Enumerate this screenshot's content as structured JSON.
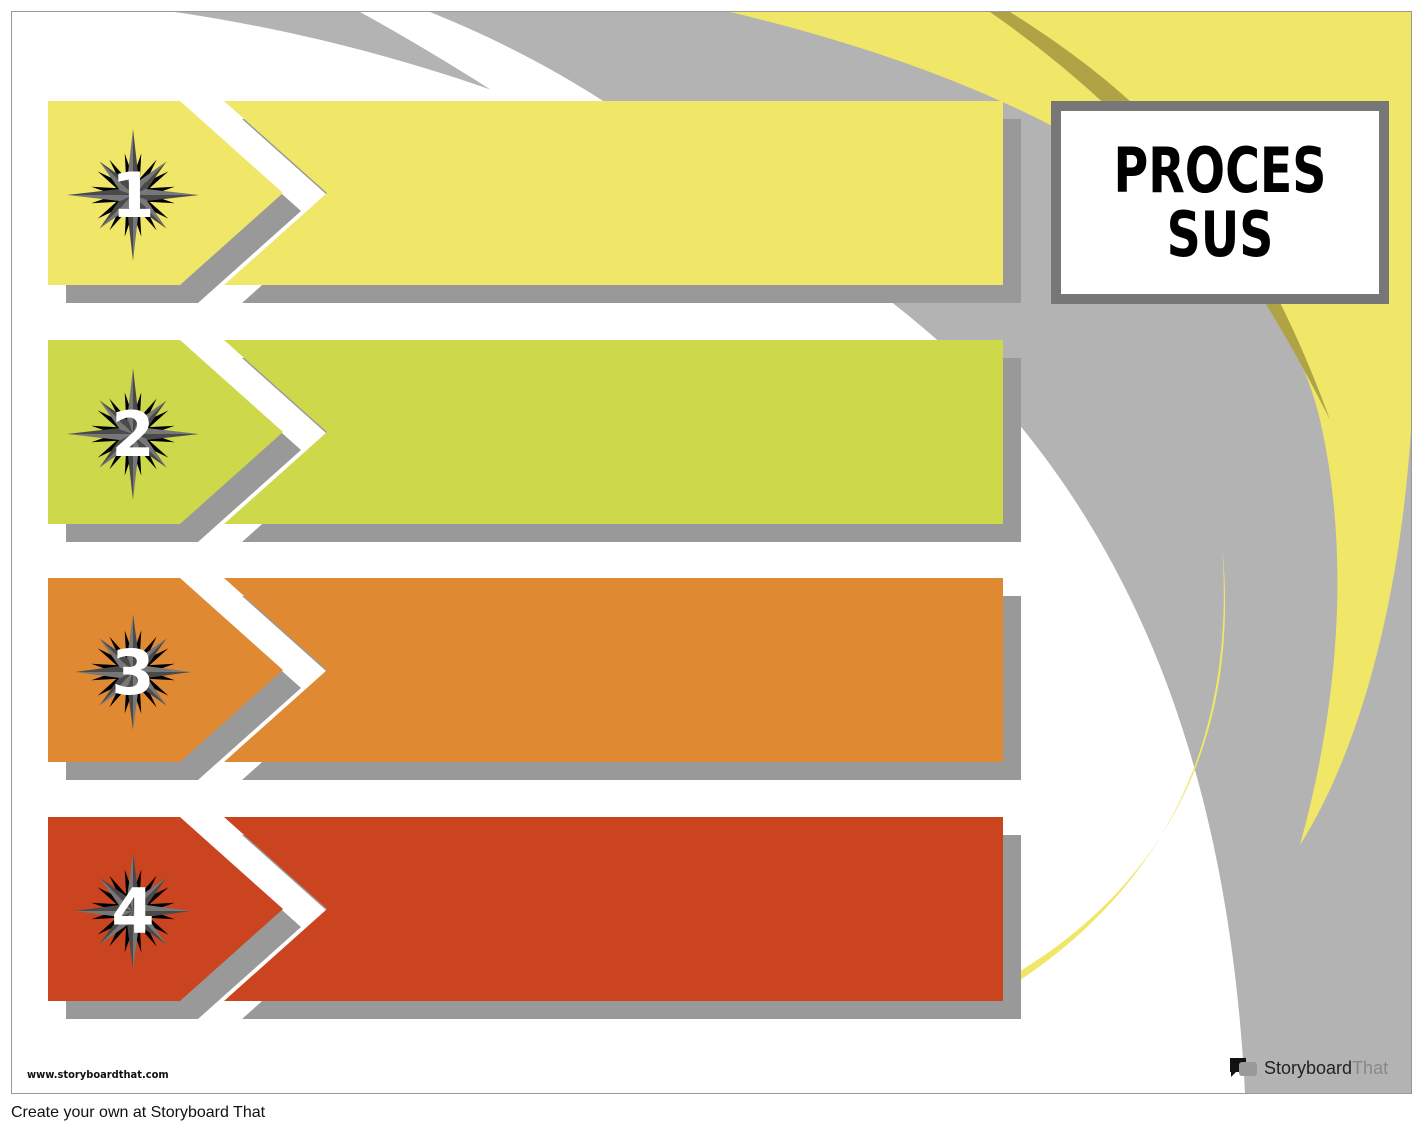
{
  "title": "PROCESSUS",
  "steps": [
    {
      "number": "1",
      "color": "#f0e668",
      "text": ""
    },
    {
      "number": "2",
      "color": "#cdd84b",
      "text": ""
    },
    {
      "number": "3",
      "color": "#e08933",
      "text": ""
    },
    {
      "number": "4",
      "color": "#cb4420",
      "text": ""
    }
  ],
  "watermark": {
    "site": "www.storyboardthat.com",
    "brand_part1": "Storyboard",
    "brand_part2": "That"
  },
  "footer": "Create your own at Storyboard That",
  "colors": {
    "swoosh_gray": "#b3b3b3",
    "swoosh_yellow": "#f0e668",
    "shadow": "#999999"
  }
}
